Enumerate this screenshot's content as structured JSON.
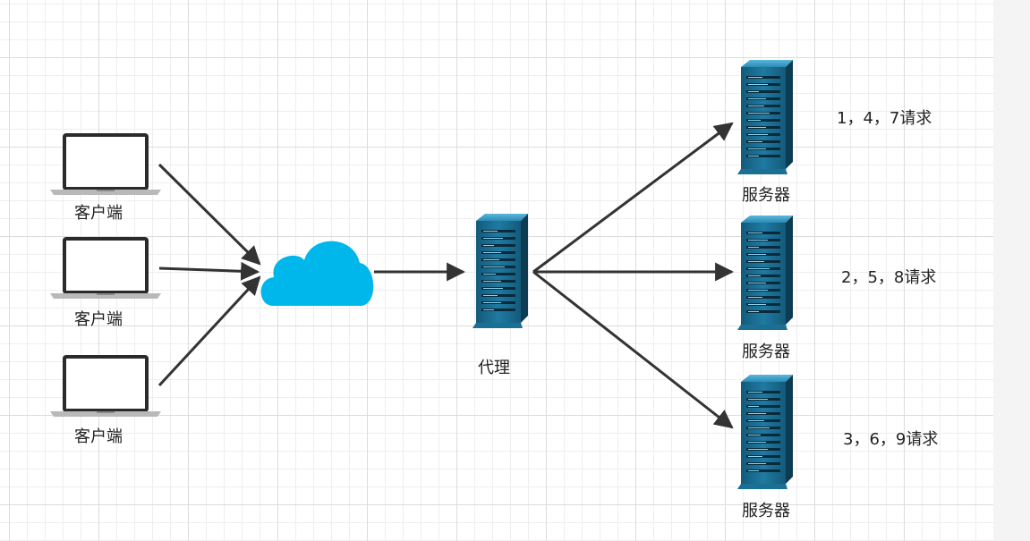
{
  "clients": [
    {
      "label": "客户端"
    },
    {
      "label": "客户端"
    },
    {
      "label": "客户端"
    }
  ],
  "cloud": {
    "icon": "cloud-icon",
    "color": "#00b7eb"
  },
  "proxy": {
    "label": "代理",
    "icon": "server-icon"
  },
  "servers": [
    {
      "label": "服务器",
      "requests": "1，4，7请求"
    },
    {
      "label": "服务器",
      "requests": "2，5，8请求"
    },
    {
      "label": "服务器",
      "requests": "3，6，9请求"
    }
  ],
  "colors": {
    "server_dark": "#0d3b52",
    "server_mid": "#1b6f93",
    "server_light": "#3ba0c8",
    "laptop_frame": "#2a2a2a",
    "arrow": "#333333"
  }
}
